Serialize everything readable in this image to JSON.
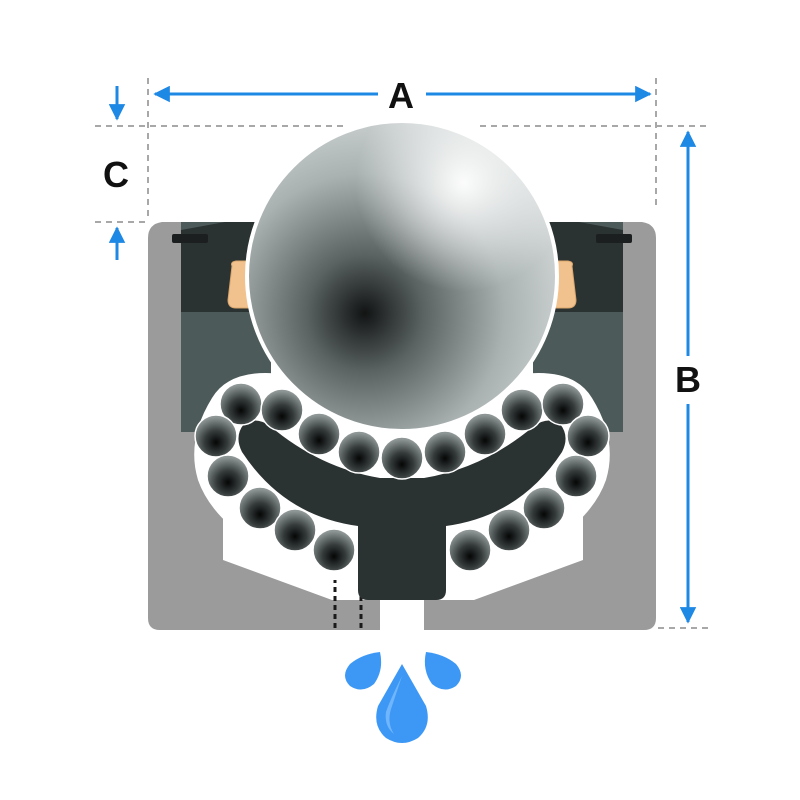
{
  "dimensions": {
    "a": {
      "label": "A"
    },
    "b": {
      "label": "B"
    },
    "c": {
      "label": "C"
    }
  },
  "colors": {
    "dimension_line": "#1e88e5",
    "extension_line": "#9e9e9e",
    "housing": "#9b9b9b",
    "inner_housing": "#4d5a5a",
    "dark_insert": "#2b3232",
    "seal": "#f2c28e",
    "water": "#3d98f5"
  },
  "icons": {
    "main_ball": "steel-ball-icon",
    "support_balls": "support-ball-icon",
    "drain": "water-drops-icon"
  }
}
